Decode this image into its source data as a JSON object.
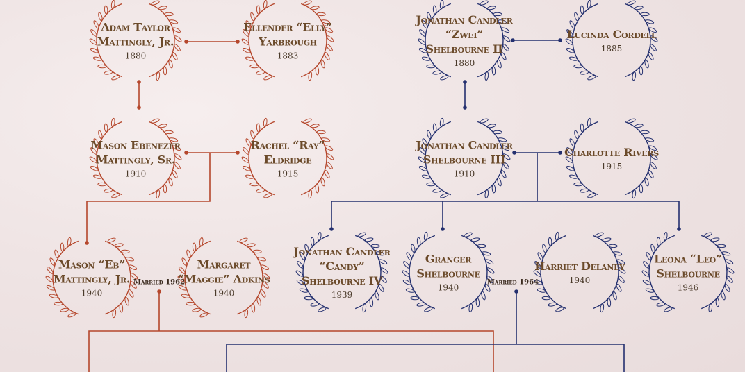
{
  "colors": {
    "maternal": "#b5472c",
    "paternal": "#24306f",
    "text": "#6b4a2a"
  },
  "people": [
    {
      "id": "adam",
      "name": "Adam Taylor Mattingly, Jr.",
      "year": "1880",
      "side": "maternal"
    },
    {
      "id": "ellender",
      "name": "Ellender “Elly” Yarbrough",
      "year": "1883",
      "side": "maternal"
    },
    {
      "id": "jonathan2",
      "name": "Jonathan Candler “Zwei” Shelbourne II",
      "year": "1880",
      "side": "paternal"
    },
    {
      "id": "lucinda",
      "name": "Lucinda Cordell",
      "year": "1885",
      "side": "paternal"
    },
    {
      "id": "mason_sr",
      "name": "Mason Ebenezer Mattingly, Sr.",
      "year": "1910",
      "side": "maternal"
    },
    {
      "id": "rachel",
      "name": "Rachel “Ray” Eldridge",
      "year": "1915",
      "side": "maternal"
    },
    {
      "id": "jonathan3",
      "name": "Jonathan Candler Shelbourne III",
      "year": "1910",
      "side": "paternal"
    },
    {
      "id": "charlotte",
      "name": "Charlotte Rivers",
      "year": "1915",
      "side": "paternal"
    },
    {
      "id": "mason_jr",
      "name": "Mason “Eb” Mattingly, Jr.",
      "year": "1940",
      "side": "maternal"
    },
    {
      "id": "margaret",
      "name": "Margaret “Maggie” Adkins",
      "year": "1940",
      "side": "maternal"
    },
    {
      "id": "jonathan4",
      "name": "Jonathan Candler “Candy” Shelbourne IV",
      "year": "1939",
      "side": "paternal"
    },
    {
      "id": "granger",
      "name": "Granger Shelbourne",
      "year": "1940",
      "side": "paternal"
    },
    {
      "id": "harriet",
      "name": "Harriet Delaney",
      "year": "1940",
      "side": "paternal"
    },
    {
      "id": "leona",
      "name": "Leona “Leo” Shelbourne",
      "year": "1946",
      "side": "paternal"
    }
  ],
  "marriages": [
    {
      "id": "m1962",
      "label": "Married 1962"
    },
    {
      "id": "m1964",
      "label": "Married 1964"
    }
  ]
}
